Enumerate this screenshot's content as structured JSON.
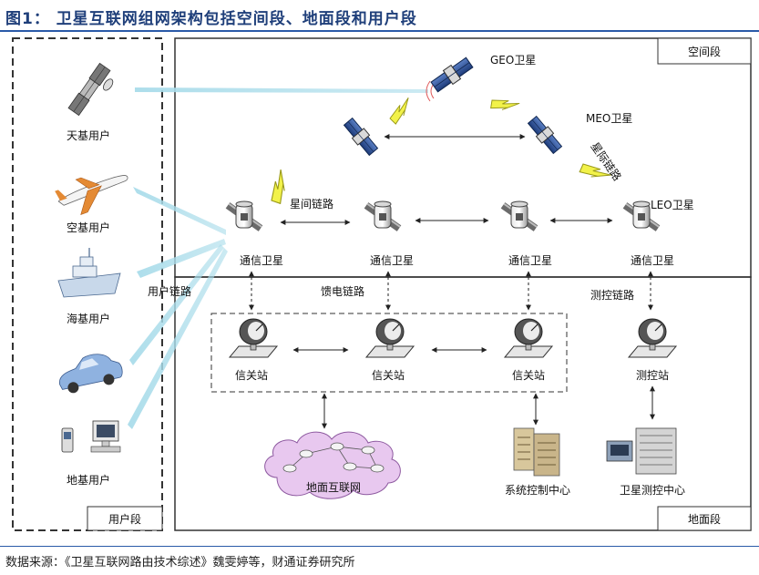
{
  "title": "图1： 卫星互联网组网架构包括空间段、地面段和用户段",
  "source": "数据来源：《卫星互联网路由技术综述》魏雯婷等，财通证券研究所",
  "segments": {
    "space": "空间段",
    "ground": "地面段",
    "user": "用户段"
  },
  "satellites": {
    "geo": "GEO卫星",
    "meo": "MEO卫星",
    "leo": "LEO卫星",
    "comm": [
      "通信卫星",
      "通信卫星",
      "通信卫星",
      "通信卫星"
    ]
  },
  "links": {
    "inter_satellite": "星间链路",
    "star_link": "星际链路",
    "user_link": "用户链路",
    "feeder_link": "馈电链路",
    "tt_link": "测控链路"
  },
  "ground": {
    "gateways": [
      "信关站",
      "信关站",
      "信关站"
    ],
    "tt_station": "测控站",
    "network": "地面互联网",
    "system_control": "系统控制中心",
    "sat_control": "卫星测控中心"
  },
  "users": {
    "space_user": "天基用户",
    "air_user": "空基用户",
    "sea_user": "海基用户",
    "ground_user": "地基用户"
  }
}
